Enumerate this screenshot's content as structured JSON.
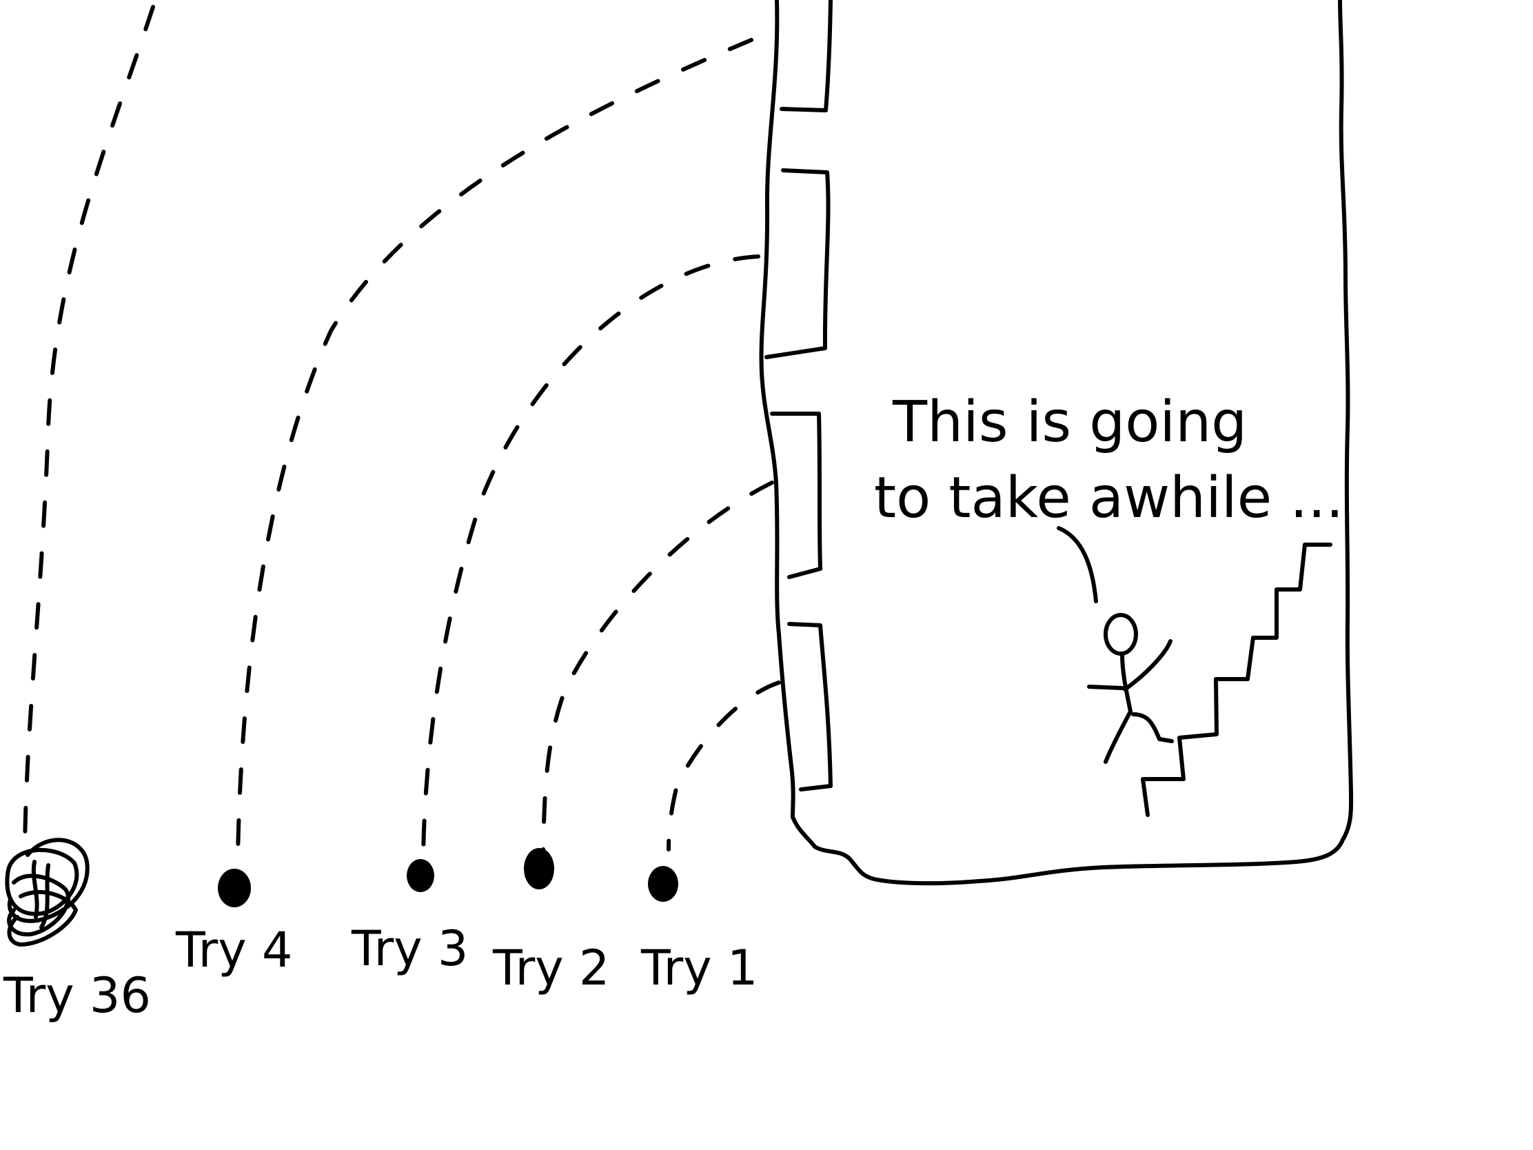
{
  "speech": {
    "line1": "This is going",
    "line2": "to take awhile ..."
  },
  "tries": [
    {
      "label": "Try 36"
    },
    {
      "label": "Try 4"
    },
    {
      "label": "Try 3"
    },
    {
      "label": "Try 2"
    },
    {
      "label": "Try 1"
    }
  ]
}
